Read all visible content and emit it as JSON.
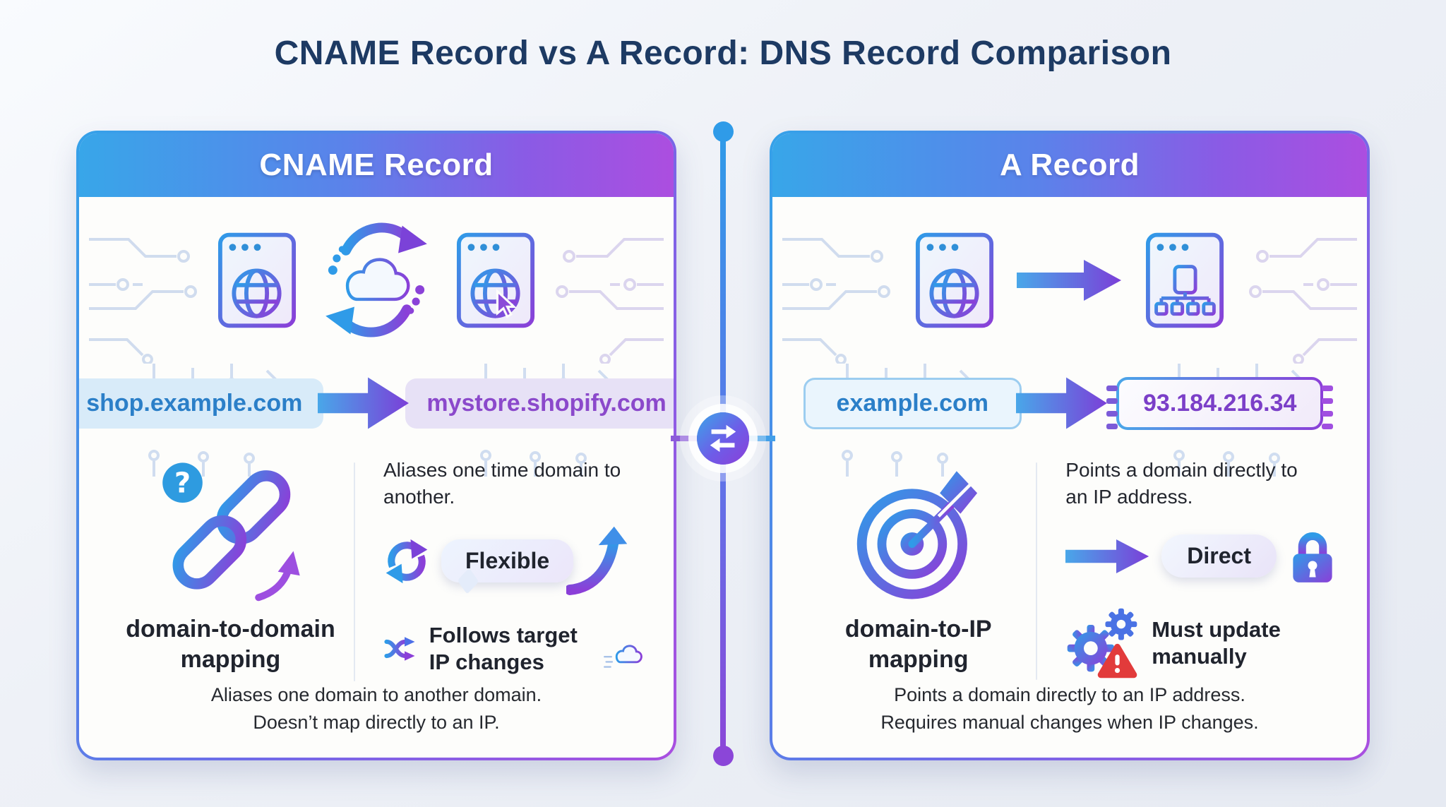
{
  "title": "CNAME Record vs A Record: DNS Record Comparison",
  "colors": {
    "accent_blue": "#2F9BE8",
    "accent_purple": "#A04FE0",
    "title_navy": "#1D3A63",
    "warning_red": "#E23B3B",
    "domain_text_blue": "#2B7FC8",
    "domain_text_purple": "#8B49CB",
    "ip_text_purple": "#7B3FC8"
  },
  "divider": {
    "icon": "swap-horizontal-icon"
  },
  "cname_card": {
    "header": "CNAME Record",
    "illustration_icons": [
      "browser-globe-icon",
      "sync-arrows-icon",
      "cloud-icon",
      "browser-globe-cursor-icon"
    ],
    "mapping": {
      "from": "shop.example.com",
      "to": "mystore.shopify.com",
      "arrow_icon": "arrow-right-icon"
    },
    "type_icon": "question-chain-link-icon",
    "type_label_line1": "domain-to-domain",
    "type_label_line2": "mapping",
    "description": "Aliases one time domain to another.",
    "feature1_icons": [
      "refresh-icon",
      "growth-arrow-icon"
    ],
    "badge": "Flexible",
    "feature2_icons": [
      "shuffle-arrows-icon",
      "cloud-icon"
    ],
    "feature2": "Follows target IP changes",
    "note_line1": "Aliases one domain to another domain.",
    "note_line2": "Doesn’t map directly to an IP."
  },
  "a_card": {
    "header": "A Record",
    "illustration_icons": [
      "browser-globe-icon",
      "arrow-right-icon",
      "browser-sitemap-icon"
    ],
    "mapping": {
      "from": "example.com",
      "to": "93.184.216.34",
      "arrow_icon": "arrow-right-icon"
    },
    "type_icon": "target-dart-icon",
    "type_label_line1": "domain-to-IP",
    "type_label_line2": "mapping",
    "description": "Points a domain directly to an IP address.",
    "feature1_icons": [
      "arrow-right-icon",
      "lock-icon"
    ],
    "badge": "Direct",
    "feature2_icons": [
      "gears-warning-icon"
    ],
    "feature2": "Must update manually",
    "note_line1": "Points a domain directly to an IP address.",
    "note_line2": "Requires manual changes when IP changes."
  }
}
